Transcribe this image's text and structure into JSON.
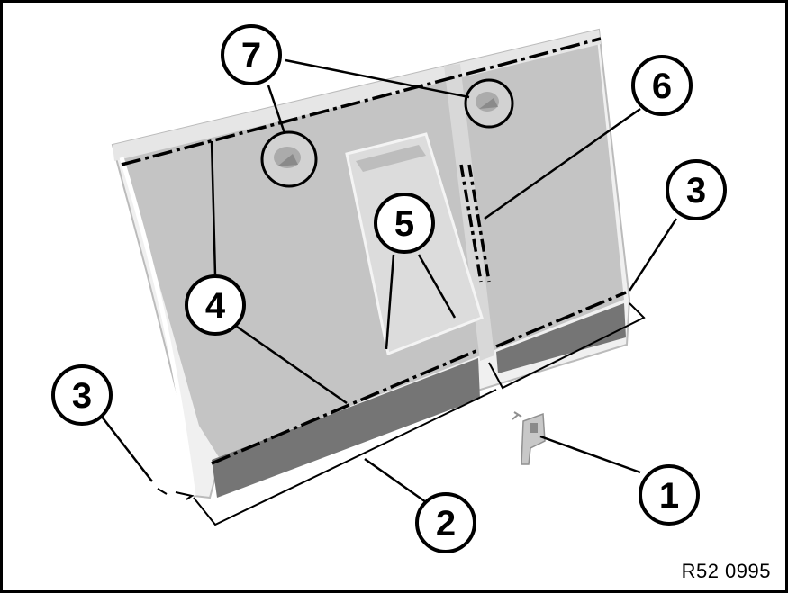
{
  "figure": {
    "reference_code": "R52 0995"
  },
  "callouts": [
    {
      "id": "c1",
      "label": "1"
    },
    {
      "id": "c2",
      "label": "2"
    },
    {
      "id": "c3a",
      "label": "3"
    },
    {
      "id": "c3b",
      "label": "3"
    },
    {
      "id": "c4",
      "label": "4"
    },
    {
      "id": "c5",
      "label": "5"
    },
    {
      "id": "c6",
      "label": "6"
    },
    {
      "id": "c7",
      "label": "7"
    }
  ],
  "colors": {
    "panel_fill": "#c4c4c4",
    "panel_edge": "#ffffff",
    "strip_fill": "#757575",
    "recess_fill": "#dcdcdc",
    "line": "#000000",
    "background": "#ffffff"
  }
}
